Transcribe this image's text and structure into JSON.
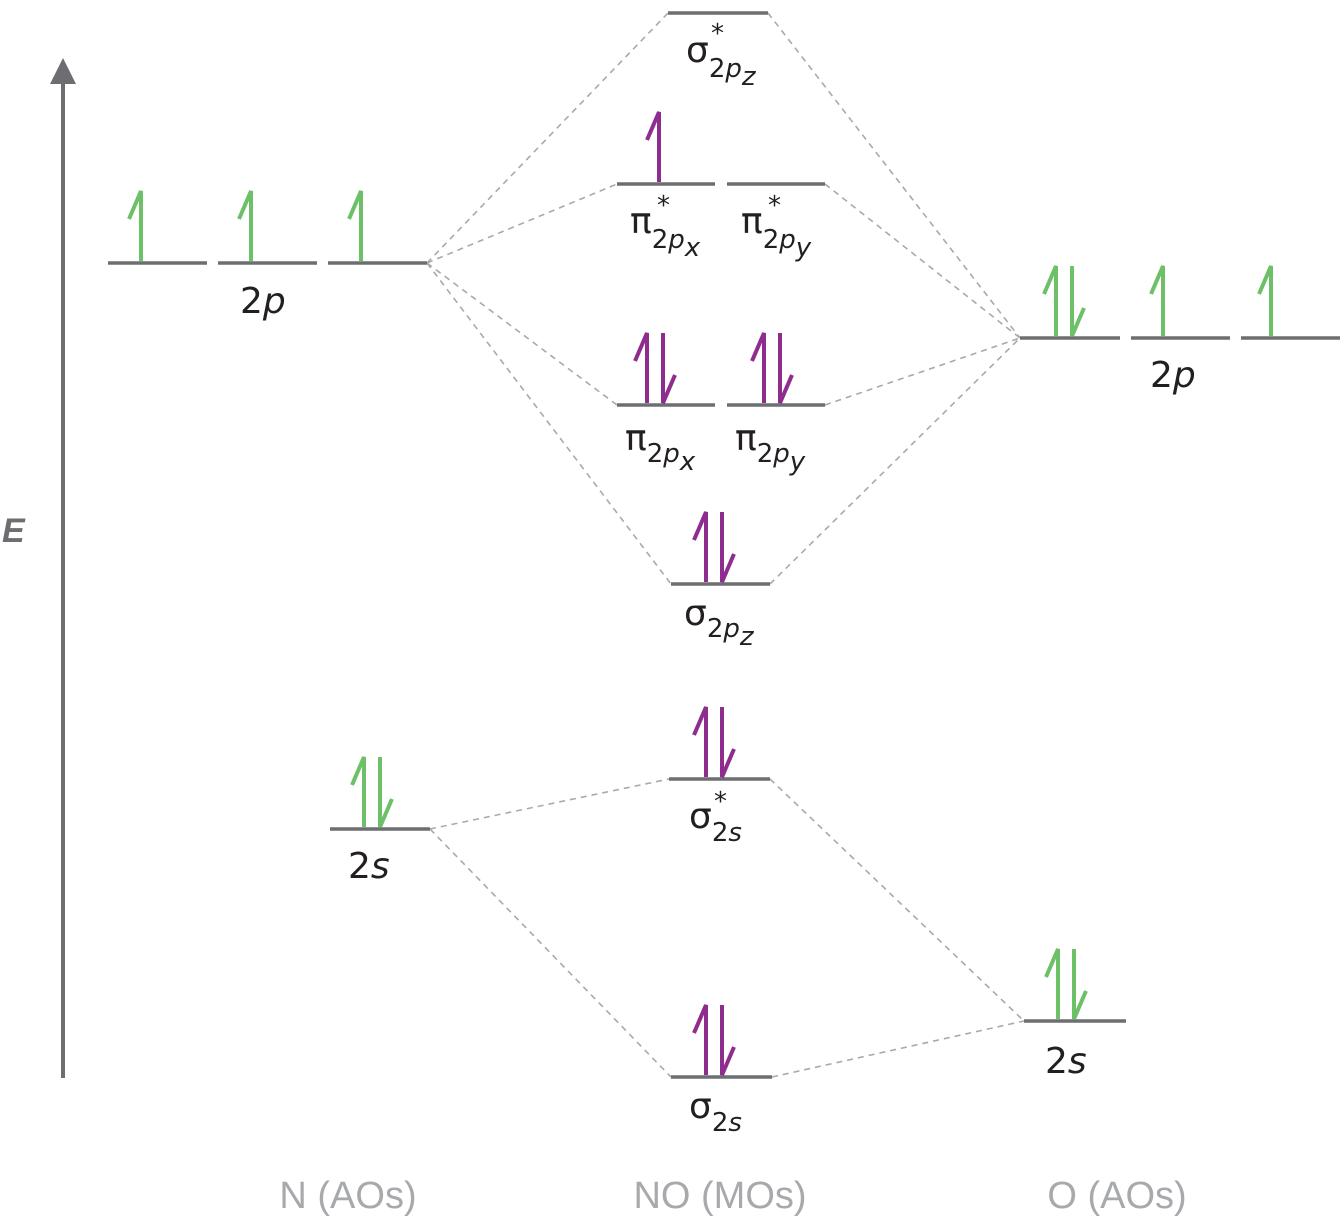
{
  "axis": {
    "label": "E"
  },
  "colors": {
    "atomic_electron": "#6dc067",
    "molecular_electron": "#8e2c8f",
    "level_line": "#6d6e71",
    "correlation_line": "#a7a9ac",
    "column_label": "#a7a9ac"
  },
  "columns": {
    "left": "N (AOs)",
    "middle": "NO (MOs)",
    "right": "O (AOs)"
  },
  "n_atom": {
    "p": {
      "main": "2",
      "italic": "p",
      "electrons": [
        "up",
        "up",
        "up"
      ]
    },
    "s": {
      "main": "2",
      "italic": "s",
      "electrons": [
        "pair"
      ]
    }
  },
  "o_atom": {
    "p": {
      "main": "2",
      "italic": "p",
      "electrons": [
        "pair",
        "up",
        "up"
      ]
    },
    "s": {
      "main": "2",
      "italic": "s",
      "electrons": [
        "pair"
      ]
    }
  },
  "orbitals": {
    "sigma_star_2pz": {
      "greek": "σ",
      "star": "*",
      "sub": "2",
      "subital": "p",
      "subsub": "z",
      "electrons": []
    },
    "pi_star_2px": {
      "greek": "π",
      "star": "*",
      "sub": "2",
      "subital": "p",
      "subsub": "x",
      "electrons": [
        "up"
      ]
    },
    "pi_star_2py": {
      "greek": "π",
      "star": "*",
      "sub": "2",
      "subital": "p",
      "subsub": "y",
      "electrons": []
    },
    "pi_2px": {
      "greek": "π",
      "star": "",
      "sub": "2",
      "subital": "p",
      "subsub": "x",
      "electrons": [
        "pair"
      ]
    },
    "pi_2py": {
      "greek": "π",
      "star": "",
      "sub": "2",
      "subital": "p",
      "subsub": "y",
      "electrons": [
        "pair"
      ]
    },
    "sigma_2pz": {
      "greek": "σ",
      "star": "",
      "sub": "2",
      "subital": "p",
      "subsub": "z",
      "electrons": [
        "pair"
      ]
    },
    "sigma_star_2s": {
      "greek": "σ",
      "star": "*",
      "sub": "2",
      "subital": "s",
      "subsub": "",
      "electrons": [
        "pair"
      ]
    },
    "sigma_2s": {
      "greek": "σ",
      "star": "",
      "sub": "2",
      "subital": "s",
      "subsub": "",
      "electrons": [
        "pair"
      ]
    }
  }
}
